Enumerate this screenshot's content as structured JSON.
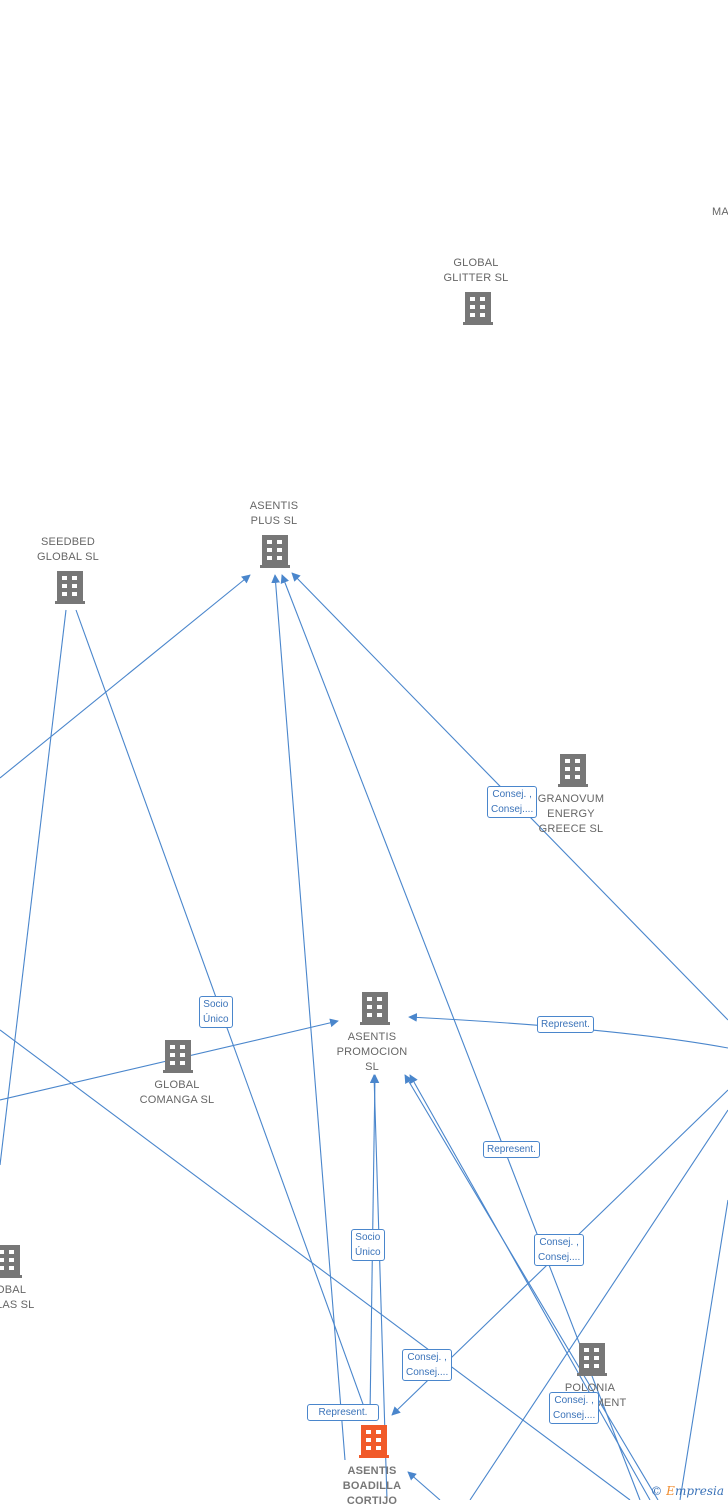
{
  "colors": {
    "edge": "#4a86cc",
    "node": "#777777",
    "focus_node": "#f15a29"
  },
  "nodes": {
    "global_glitter": "GLOBAL\nGLITTER  SL",
    "asentis_plus": "ASENTIS\nPLUS  SL",
    "seedbed_global": "SEEDBED\nGLOBAL  SL",
    "granovum": "GRANOVUM\nENERGY\nGREECE  SL",
    "asentis_promocion": "ASENTIS\nPROMOCION\nSL",
    "global_comanga": "GLOBAL\nCOMANGA  SL",
    "global_las": "OBAL\nLAS  SL",
    "polonia": "POLONIA\nINVESTMENT",
    "asentis_boadilla": "ASENTIS\nBOADILLA\nCORTIJO",
    "ma": "MA"
  },
  "edge_labels": {
    "consej_1": "Consej. ,\nConsej....",
    "socio_1": "Socio\nÚnico",
    "represent_1": "Represent.",
    "represent_2": "Represent.",
    "consej_2": "Consej. ,\nConsej....",
    "socio_2": "Socio\nÚnico",
    "consej_3": "Consej. ,\nConsej....",
    "consej_4": "Consej. ,\nConsej....",
    "represent_3": "Represent."
  },
  "footer": {
    "copyright": "©",
    "brand_e": "E",
    "brand_rest": "mpresia"
  }
}
